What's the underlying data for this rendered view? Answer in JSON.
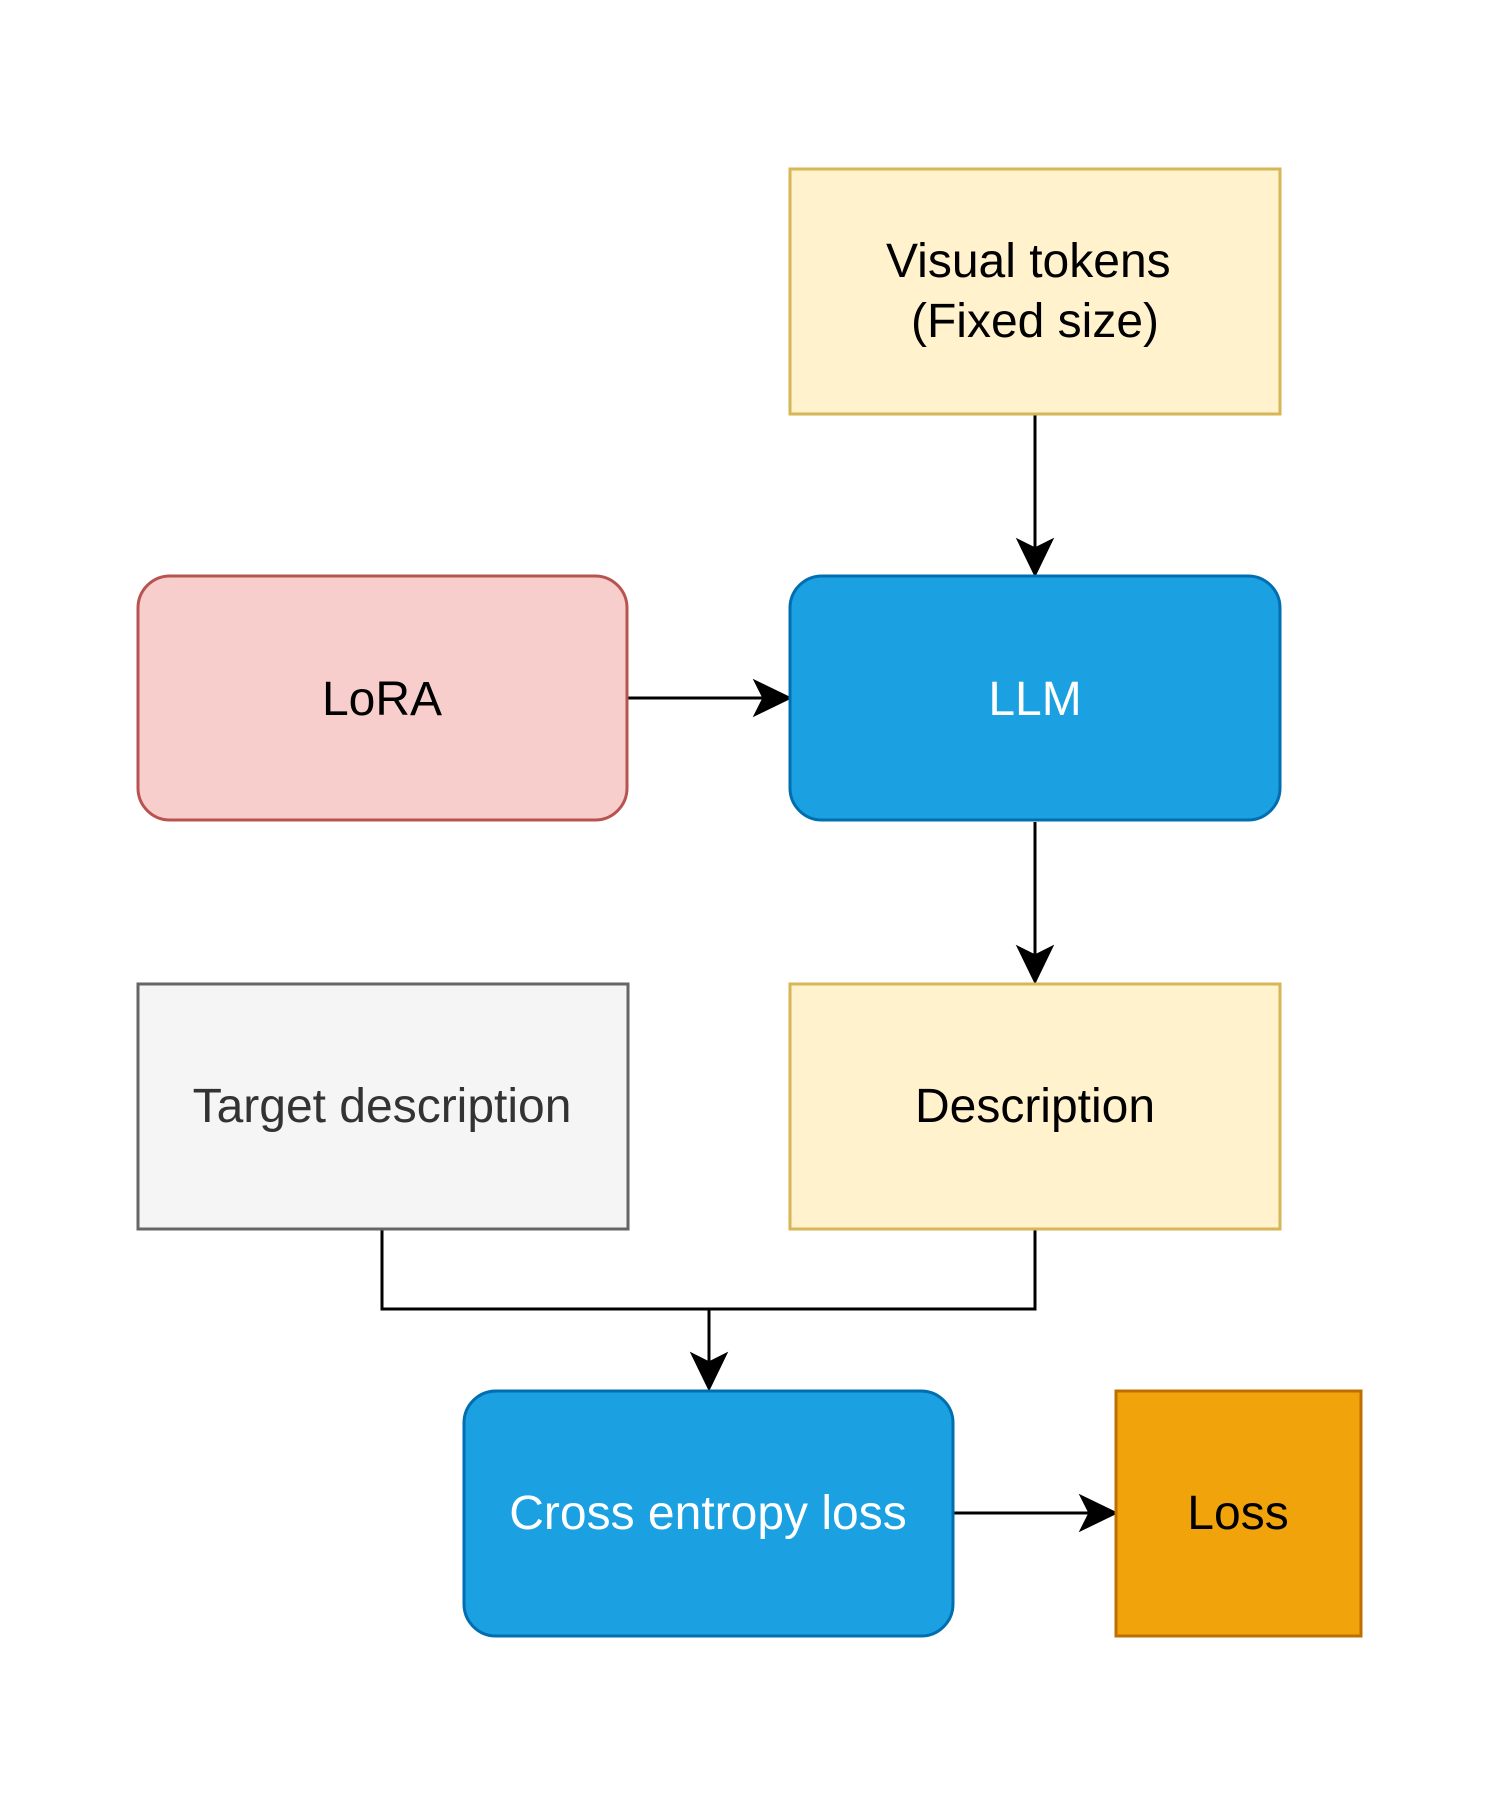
{
  "nodes": {
    "visual_tokens": {
      "lines": [
        "Visual tokens",
        "(Fixed size)"
      ],
      "fill": "#fff2cc",
      "stroke": "#d6b656",
      "text_color": "#000000"
    },
    "lora": {
      "label": "LoRA",
      "fill": "#f8cecc",
      "stroke": "#b85450",
      "text_color": "#000000"
    },
    "llm": {
      "label": "LLM",
      "fill": "#1ba1e2",
      "stroke": "#006eaf",
      "text_color": "#ffffff"
    },
    "target_description": {
      "label": "Target description",
      "fill": "#f5f5f5",
      "stroke": "#666666",
      "text_color": "#333333"
    },
    "description": {
      "label": "Description",
      "fill": "#fff2cc",
      "stroke": "#d6b656",
      "text_color": "#000000"
    },
    "cross_entropy_loss": {
      "label": "Cross entropy loss",
      "fill": "#1ba1e2",
      "stroke": "#006eaf",
      "text_color": "#ffffff"
    },
    "loss": {
      "label": "Loss",
      "fill": "#f0a30a",
      "stroke": "#bd7000",
      "text_color": "#000000"
    }
  },
  "edges": [
    {
      "from": "visual_tokens",
      "to": "llm"
    },
    {
      "from": "lora",
      "to": "llm"
    },
    {
      "from": "llm",
      "to": "description"
    },
    {
      "from": "target_description",
      "to": "cross_entropy_loss"
    },
    {
      "from": "description",
      "to": "cross_entropy_loss"
    },
    {
      "from": "cross_entropy_loss",
      "to": "loss"
    }
  ]
}
